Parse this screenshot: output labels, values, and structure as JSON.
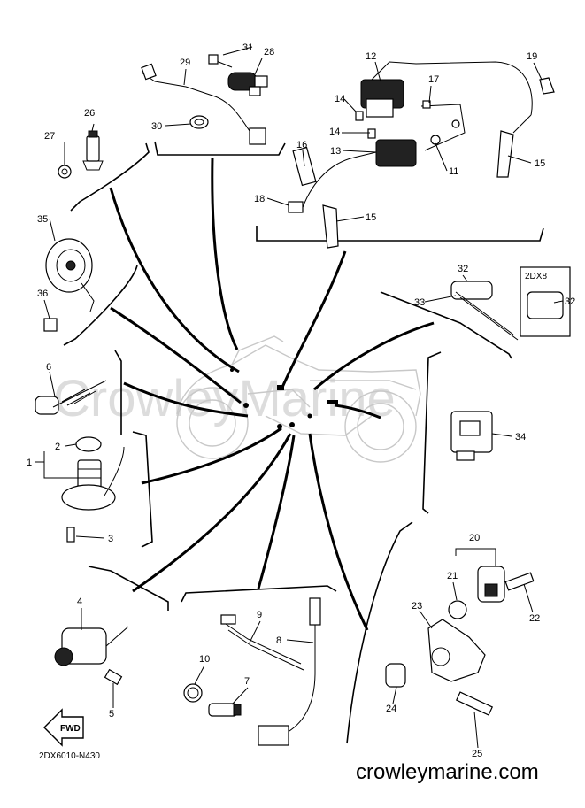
{
  "diagram": {
    "watermark": "CrowleyMarine",
    "site_label": "crowleymarine.com",
    "diagram_code": "2DX6010-N430",
    "fwd_label": "FWD",
    "variant_label": "2DX8",
    "callouts": {
      "c1": "1",
      "c2": "2",
      "c3": "3",
      "c4": "4",
      "c5": "5",
      "c6": "6",
      "c7": "7",
      "c8": "8",
      "c9": "9",
      "c10": "10",
      "c11": "11",
      "c12": "12",
      "c13": "13",
      "c14a": "14",
      "c14b": "14",
      "c15a": "15",
      "c15b": "15",
      "c16": "16",
      "c17": "17",
      "c18": "18",
      "c19": "19",
      "c20": "20",
      "c21": "21",
      "c22": "22",
      "c23": "23",
      "c24": "24",
      "c25": "25",
      "c26": "26",
      "c27": "27",
      "c28": "28",
      "c29": "29",
      "c30": "30",
      "c31": "31",
      "c32a": "32",
      "c32b": "32",
      "c33": "33",
      "c34": "34",
      "c35": "35",
      "c36": "36"
    }
  }
}
